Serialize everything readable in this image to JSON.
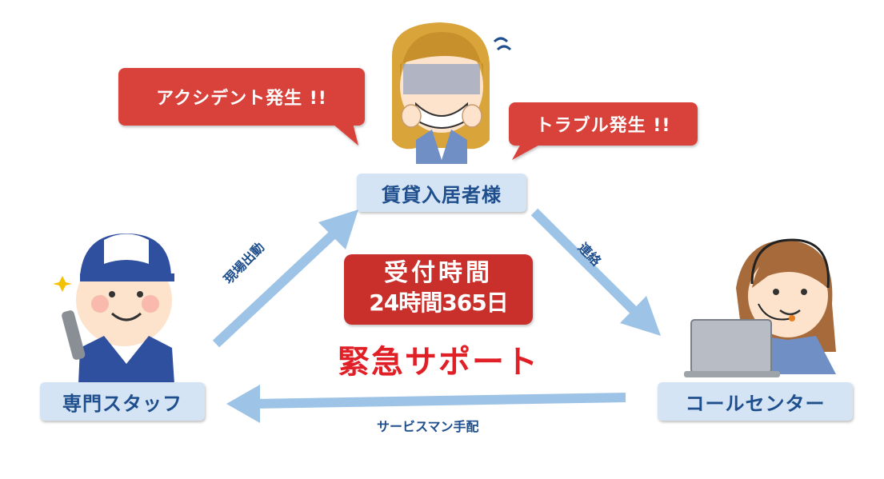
{
  "bubbles": {
    "accident": "アクシデント発生 !!",
    "trouble": "トラブル発生 !!"
  },
  "nodes": {
    "tenant": "賃貸入居者様",
    "staff": "専門スタッフ",
    "callcenter": "コールセンター"
  },
  "edges": {
    "dispatch": "現場出動",
    "contact": "連絡",
    "arrange": "サービスマン手配"
  },
  "center": {
    "reception": "受付時間",
    "hours": "24時間365日",
    "title": "緊急サポート"
  },
  "colors": {
    "node_bg": "#d4e4f5",
    "node_text": "#1f4e8d",
    "bubble": "#d9433a",
    "arrow": "#9dc3e6",
    "accent_red": "#e01f26"
  }
}
